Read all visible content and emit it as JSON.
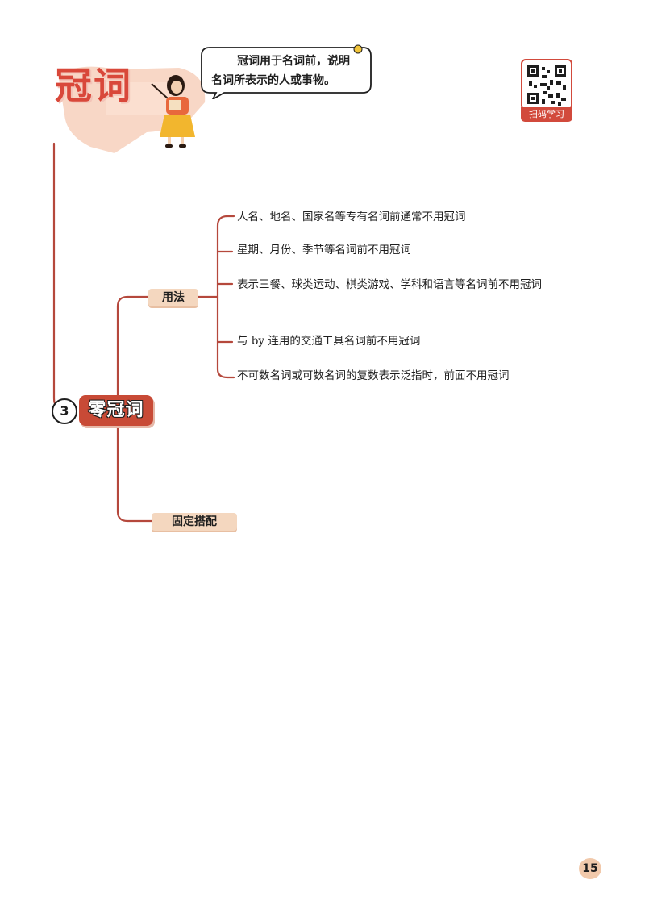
{
  "header": {
    "title": "冠词",
    "bubble_line1": "冠词用于名词前，说明",
    "bubble_line2": "名词所表示的人或事物。",
    "qr_label": "扫码学习"
  },
  "section": {
    "number": "3",
    "title": "零冠词"
  },
  "branches": [
    {
      "label": "用法",
      "items": [
        "人名、地名、国家名等专有名词前通常不用冠词",
        "星期、月份、季节等名词前不用冠词",
        "表示三餐、球类运动、棋类游戏、学科和语言等名词前不用冠词",
        "与 by 连用的交通工具名词前不用冠词",
        "不可数名词或可数名词的复数表示泛指时，前面不用冠词"
      ]
    },
    {
      "label": "固定搭配",
      "items": []
    }
  ],
  "footer": {
    "page_number": "15"
  },
  "colors": {
    "accent": "#c84a36",
    "line": "#b5483c",
    "node_bg": "#f4d7bf"
  }
}
